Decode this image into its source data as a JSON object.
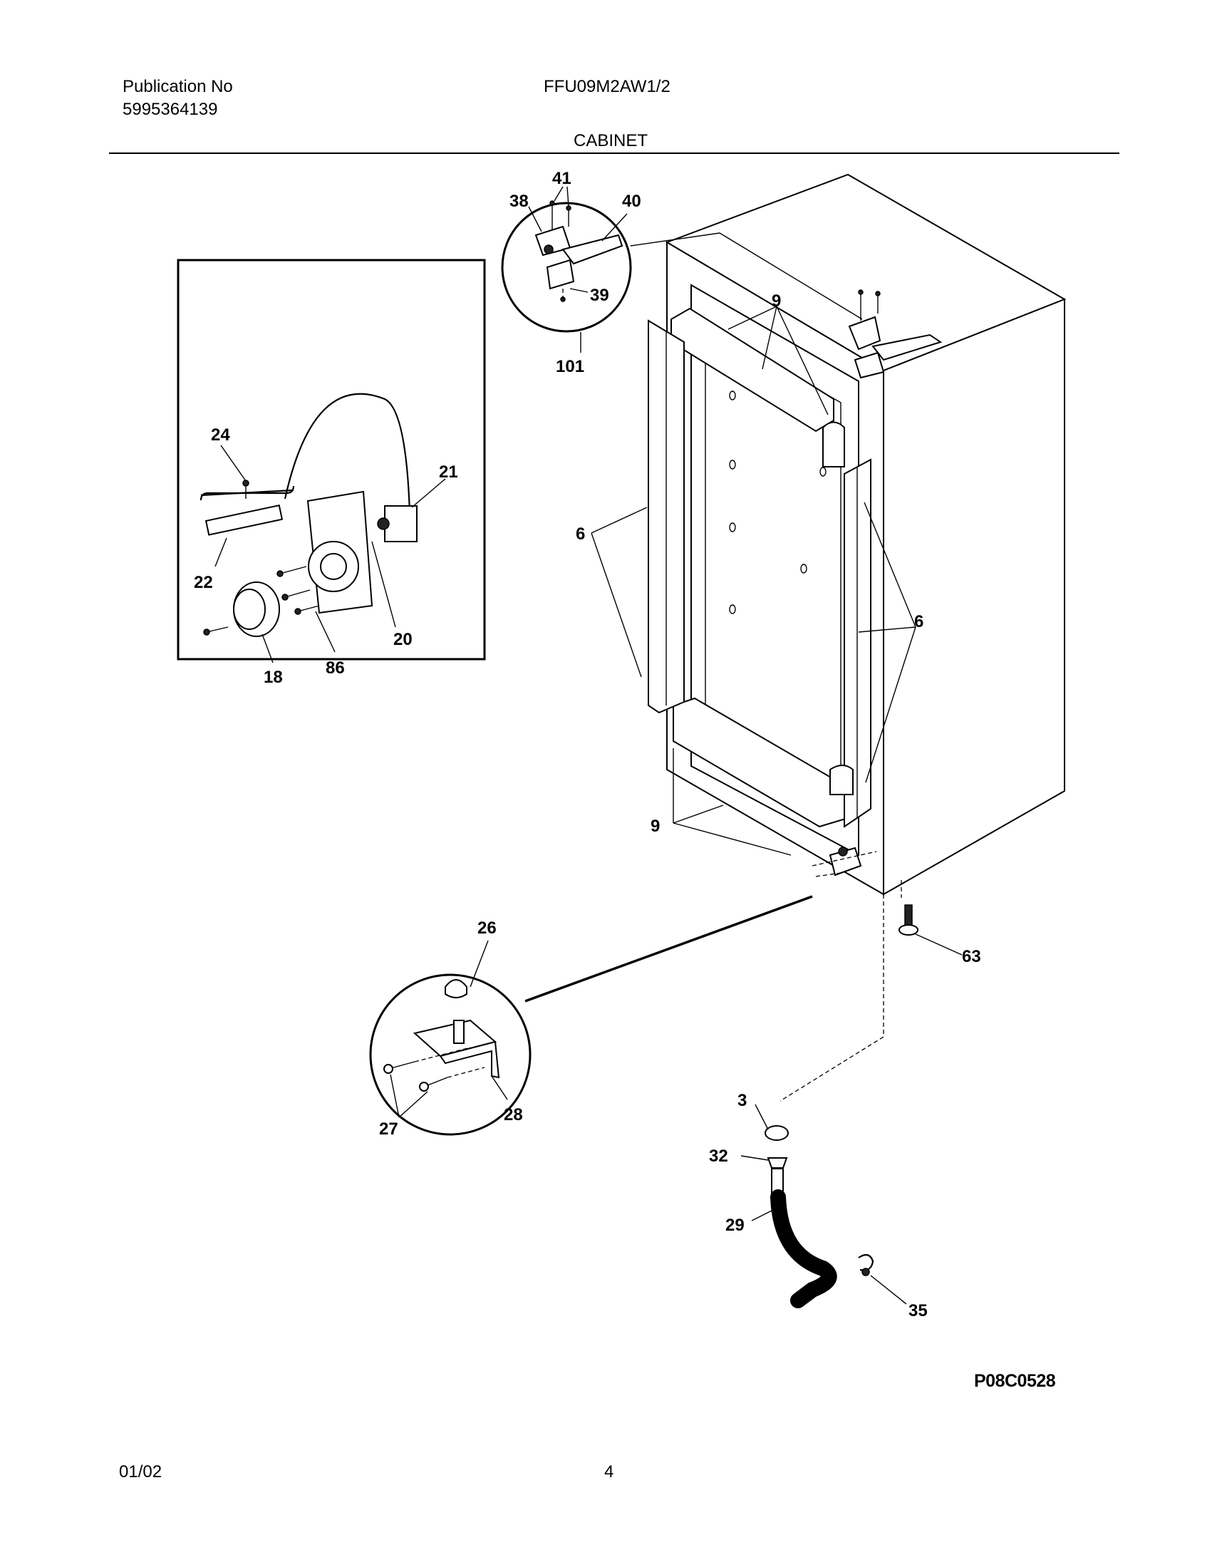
{
  "header": {
    "publication_label": "Publication No",
    "publication_number": "5995364139",
    "model": "FFU09M2AW1/2",
    "section_title": "CABINET"
  },
  "footer": {
    "date": "01/02",
    "page": "4"
  },
  "diagram_code": "P08C0528",
  "callouts": {
    "c41": "41",
    "c38": "38",
    "c40": "40",
    "c39": "39",
    "c101": "101",
    "c9a": "9",
    "c9b": "9",
    "c24": "24",
    "c21": "21",
    "c22": "22",
    "c20": "20",
    "c18": "18",
    "c86": "86",
    "c6a": "6",
    "c6b": "6",
    "c26": "26",
    "c27": "27",
    "c28": "28",
    "c63": "63",
    "c3": "3",
    "c32": "32",
    "c29": "29",
    "c35": "35"
  }
}
